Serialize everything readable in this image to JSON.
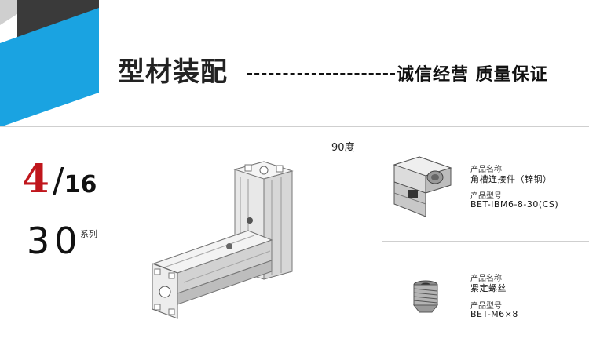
{
  "header": {
    "title": "型材装配",
    "slogan": "诚信经营 质量保证",
    "accent_color": "#1aa3e1",
    "dark_color": "#3a3a3a"
  },
  "page": {
    "current": "4",
    "separator": "/",
    "total": "16",
    "current_color": "#c0161c"
  },
  "series": {
    "number": "30",
    "label": "系列"
  },
  "main_image": {
    "angle_label": "90度",
    "icon": "aluminum-profile-90-degree-joint"
  },
  "products": [
    {
      "name_field": "产品名称",
      "name": "角槽连接件（锌钢）",
      "model_field": "产品型号",
      "model": "BET-IBM6-8-30(CS)",
      "icon": "corner-slot-connector"
    },
    {
      "name_field": "产品名称",
      "name": "紧定螺丝",
      "model_field": "产品型号",
      "model": "BET-M6×8",
      "icon": "set-screw"
    }
  ]
}
